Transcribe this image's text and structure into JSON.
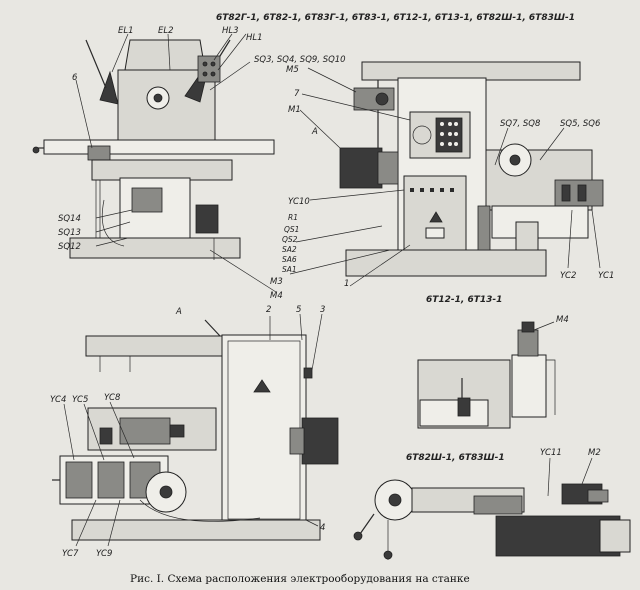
{
  "caption": "Рис. I. Схема расположения электрооборудования на станке",
  "headers": {
    "top_right": "6Т82Г-1, 6Т82-1, 6Т83Г-1, 6Т83-1, 6Т12-1, 6Т13-1, 6Т82Ш-1, 6Т83Ш-1",
    "mid_right": "6Т12-1, 6Т13-1",
    "bottom_right": "6Т82Ш-1, 6Т83Ш-1"
  },
  "labels": {
    "el1": "EL1",
    "el2": "EL2",
    "hl3": "HL3",
    "hl1": "HL1",
    "sq_group": "SQ3, SQ4, SQ9, SQ10",
    "n6": "6",
    "sq14": "SQ14",
    "sq13": "SQ13",
    "sq12": "SQ12",
    "m5": "M5",
    "n7": "7",
    "m1": "M1",
    "a_top": "A",
    "yc10": "YC10",
    "r1": "R1",
    "qs1": "QS1",
    "qs2": "QS2",
    "sa2": "SA2",
    "sa6": "SA6",
    "sa1": "SA1",
    "m3": "M3",
    "n1": "1",
    "m4_top": "M4",
    "sq7_sq8": "SQ7, SQ8",
    "sq5_sq6": "SQ5, SQ6",
    "yc2": "YC2",
    "yc1": "YC1",
    "a_bottom": "A",
    "n2": "2",
    "n5": "5",
    "n3": "3",
    "yc4": "YC4",
    "yc5": "YC5",
    "yc8": "YC8",
    "yc7": "YC7",
    "yc9": "YC9",
    "n4": "4",
    "m4_mid": "M4",
    "yc11": "YC11",
    "m2": "M2"
  },
  "colors": {
    "paper": "#e8e7e2",
    "ink": "#2a2a2a"
  }
}
